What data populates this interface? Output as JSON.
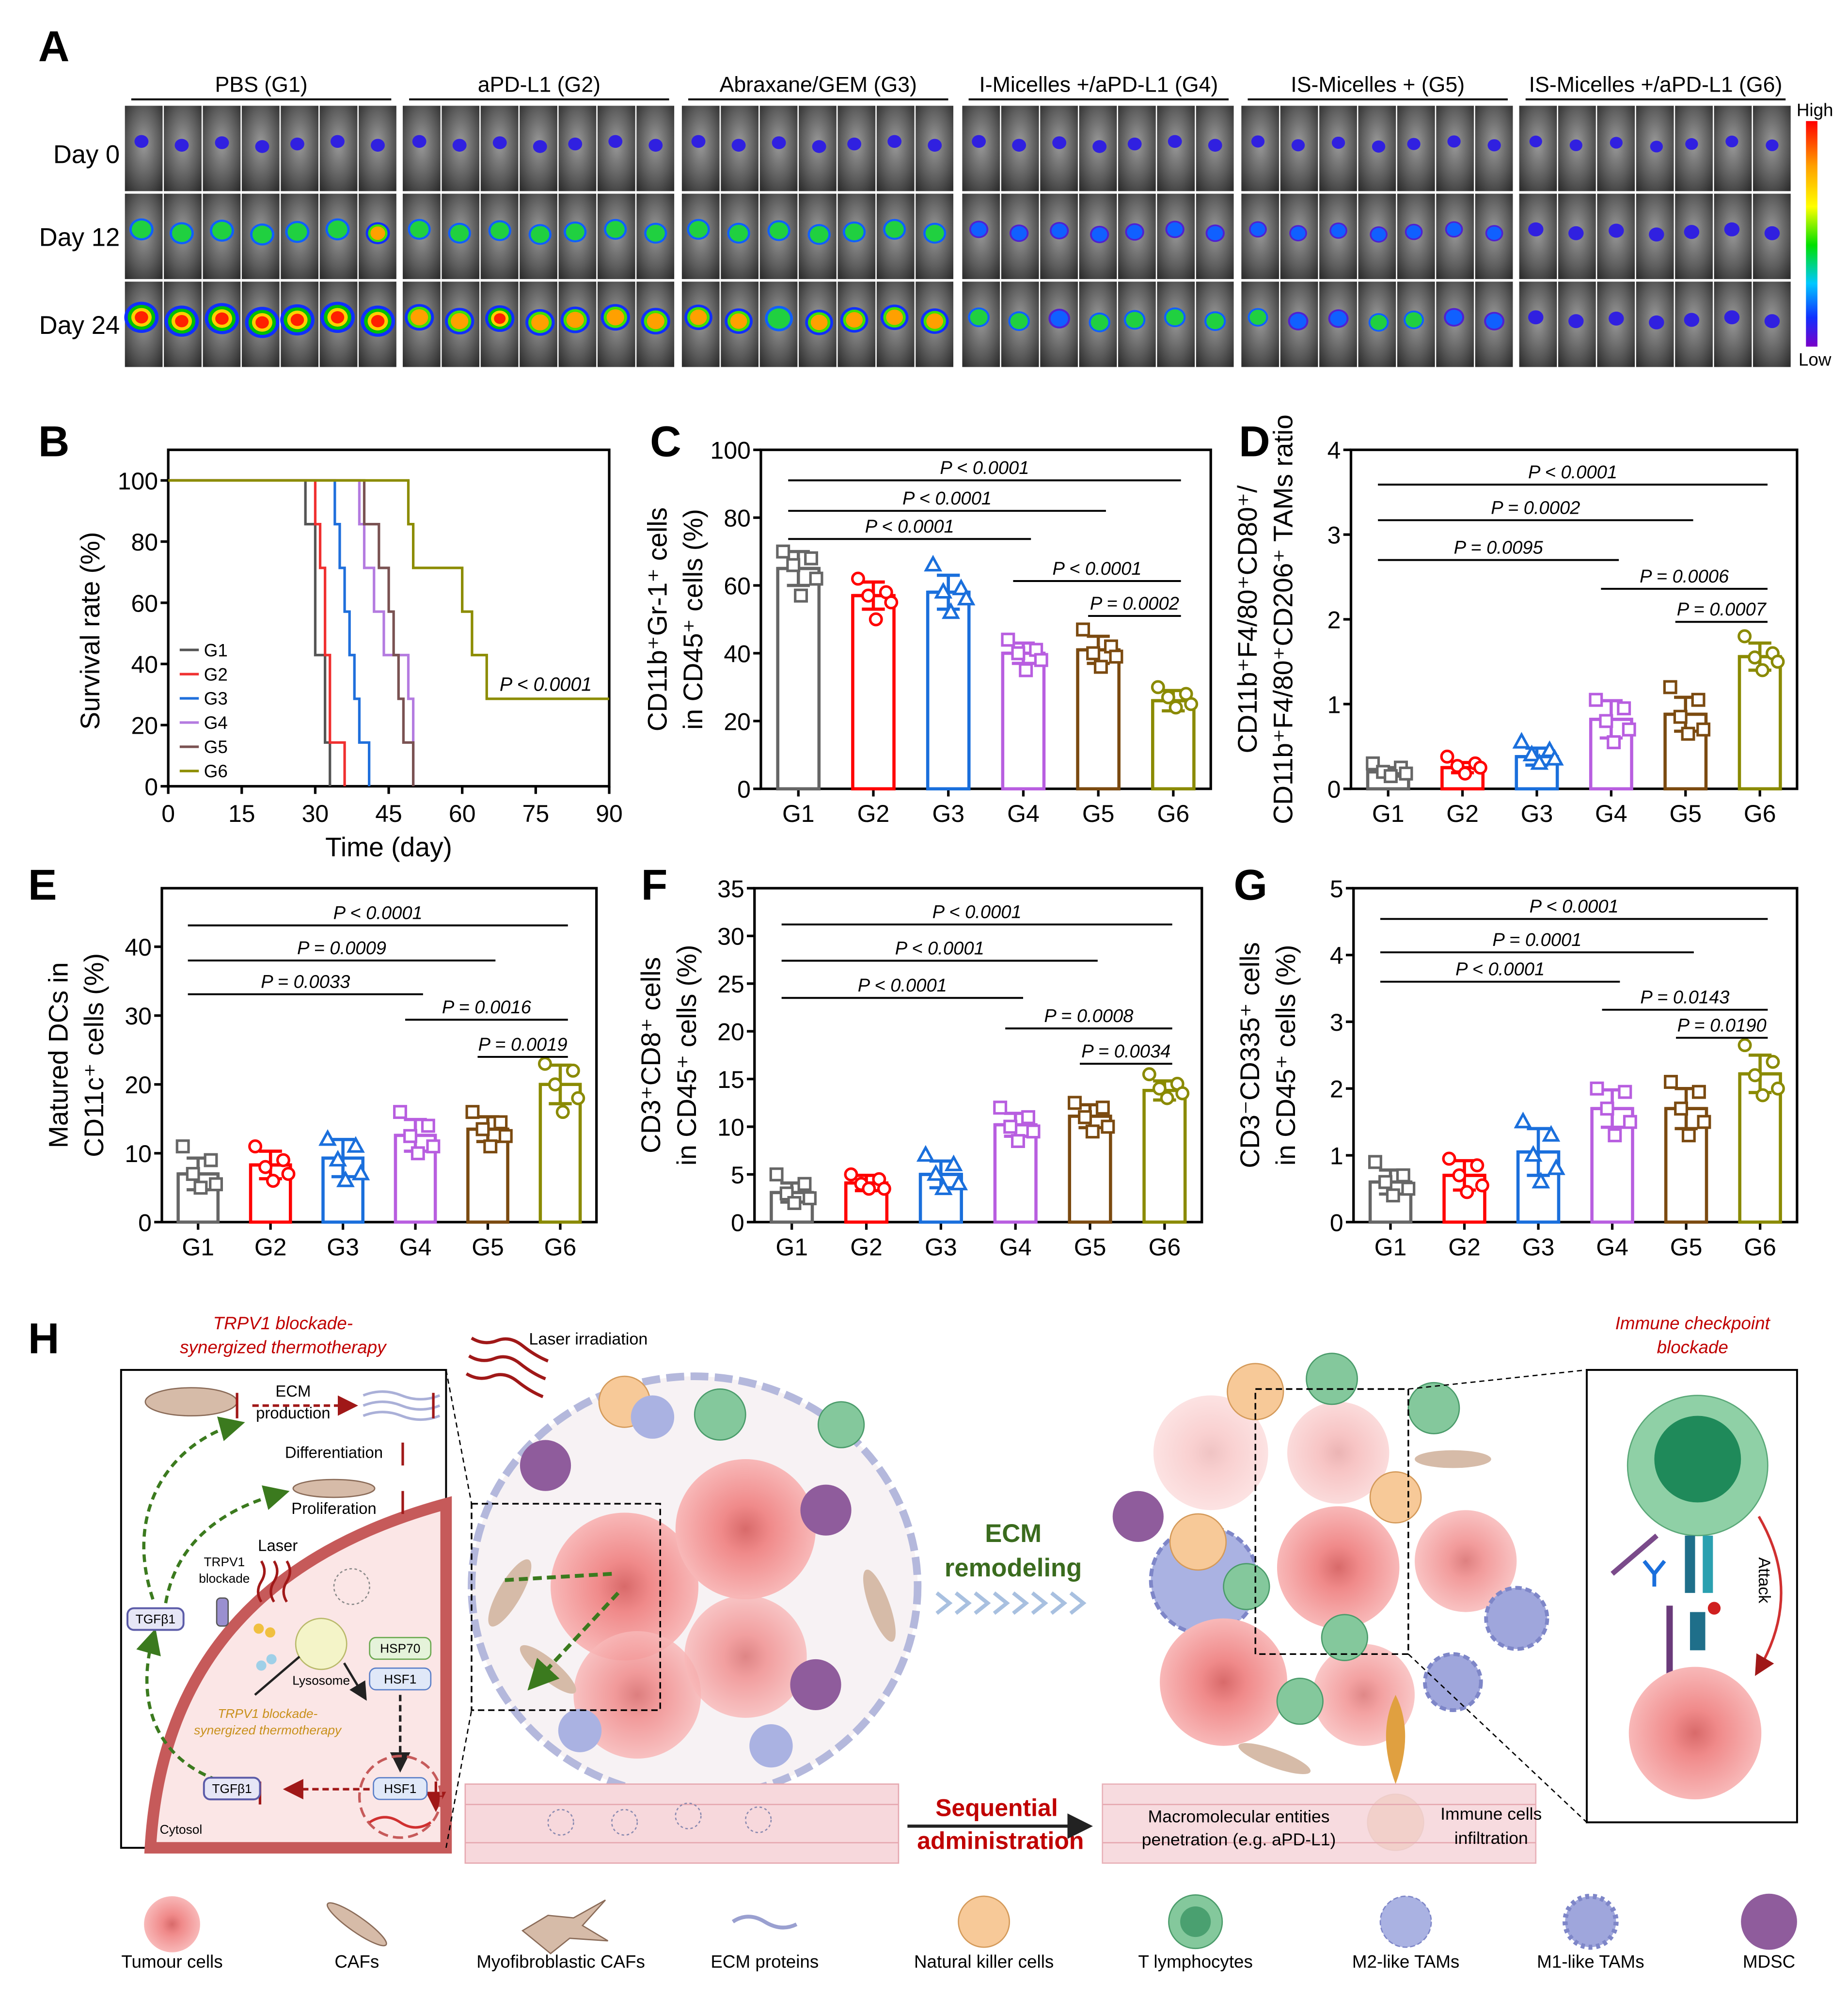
{
  "panel_letters": {
    "A": "A",
    "B": "B",
    "C": "C",
    "D": "D",
    "E": "E",
    "F": "F",
    "G": "G",
    "H": "H"
  },
  "panel_a": {
    "groups": [
      "PBS  (G1)",
      "aPD-L1 (G2)",
      "Abraxane/GEM  (G3)",
      "I-Micelles +/aPD-L1 (G4)",
      "IS-Micelles + (G5)",
      "IS-Micelles +/aPD-L1 (G6)"
    ],
    "days": [
      "Day 0",
      "Day 12",
      "Day 24"
    ],
    "colorbar": {
      "high": "High",
      "low": "Low"
    },
    "signal_intensity": [
      [
        0.15,
        0.55,
        0.95
      ],
      [
        0.15,
        0.5,
        0.75
      ],
      [
        0.15,
        0.5,
        0.7
      ],
      [
        0.15,
        0.35,
        0.45
      ],
      [
        0.12,
        0.3,
        0.4
      ],
      [
        0.1,
        0.2,
        0.2
      ]
    ]
  },
  "chart_data": [
    {
      "id": "B",
      "type": "line",
      "title": "",
      "xlabel": "Time (day)",
      "ylabel": "Survival rate (%)",
      "xlim": [
        0,
        90
      ],
      "ylim": [
        0,
        110
      ],
      "xticks": [
        0,
        15,
        30,
        45,
        60,
        75,
        90
      ],
      "yticks": [
        0,
        20,
        40,
        60,
        80,
        100
      ],
      "legend": "left",
      "annotation": "P < 0.0001",
      "series": [
        {
          "name": "G1",
          "color": "#555555",
          "steps": [
            [
              0,
              100
            ],
            [
              28,
              85.7
            ],
            [
              30,
              42.9
            ],
            [
              32,
              14.3
            ],
            [
              33,
              0
            ]
          ]
        },
        {
          "name": "G2",
          "color": "#f03030",
          "steps": [
            [
              0,
              100
            ],
            [
              30,
              85.7
            ],
            [
              31,
              71.4
            ],
            [
              32,
              42.9
            ],
            [
              33,
              14.3
            ],
            [
              36,
              0
            ]
          ]
        },
        {
          "name": "G3",
          "color": "#1f6fdc",
          "steps": [
            [
              0,
              100
            ],
            [
              34,
              85.7
            ],
            [
              35,
              71.4
            ],
            [
              36,
              57.1
            ],
            [
              37,
              42.9
            ],
            [
              38,
              28.6
            ],
            [
              39,
              14.3
            ],
            [
              41,
              0
            ]
          ]
        },
        {
          "name": "G4",
          "color": "#b47be0",
          "steps": [
            [
              0,
              100
            ],
            [
              39,
              85.7
            ],
            [
              40,
              71.4
            ],
            [
              42,
              57.1
            ],
            [
              44,
              42.9
            ],
            [
              49,
              28.6
            ],
            [
              50,
              0
            ]
          ]
        },
        {
          "name": "G5",
          "color": "#7a5252",
          "steps": [
            [
              0,
              100
            ],
            [
              40,
              85.7
            ],
            [
              43,
              71.4
            ],
            [
              45,
              57.1
            ],
            [
              46,
              42.9
            ],
            [
              47,
              28.6
            ],
            [
              48,
              14.3
            ],
            [
              50,
              0
            ]
          ]
        },
        {
          "name": "G6",
          "color": "#8c8c00",
          "steps": [
            [
              0,
              100
            ],
            [
              49,
              85.7
            ],
            [
              50,
              71.4
            ],
            [
              60,
              57.1
            ],
            [
              62,
              42.9
            ],
            [
              65,
              28.6
            ],
            [
              90,
              28.6
            ]
          ]
        }
      ]
    },
    {
      "id": "C",
      "type": "bar",
      "title": "",
      "ylabel": [
        "CD11b⁺Gr-1⁺ cells",
        "in CD45⁺ cells (%)"
      ],
      "categories": [
        "G1",
        "G2",
        "G3",
        "G4",
        "G5",
        "G6"
      ],
      "ylim": [
        0,
        100
      ],
      "yticks": [
        0,
        20,
        40,
        60,
        80,
        100
      ],
      "means": [
        65,
        57,
        58,
        40,
        41,
        26
      ],
      "sd": [
        5,
        4,
        5,
        3,
        4,
        3
      ],
      "points": [
        [
          70,
          68,
          66,
          62,
          57
        ],
        [
          62,
          58,
          57,
          55,
          50
        ],
        [
          66,
          59,
          58,
          56,
          52
        ],
        [
          44,
          41,
          40,
          38,
          35
        ],
        [
          47,
          42,
          40,
          39,
          36
        ],
        [
          30,
          28,
          27,
          25,
          24
        ]
      ],
      "significance": [
        {
          "from": 0,
          "to": 5,
          "y": 91,
          "label": "P < 0.0001"
        },
        {
          "from": 0,
          "to": 4,
          "y": 82,
          "label": "P < 0.0001"
        },
        {
          "from": 0,
          "to": 3,
          "y": 73.7,
          "label": "P < 0.0001"
        },
        {
          "from": 3,
          "to": 5,
          "y": 61.3,
          "label": "P < 0.0001"
        },
        {
          "from": 4,
          "to": 5,
          "y": 51,
          "label": "P = 0.0002"
        }
      ]
    },
    {
      "id": "D",
      "type": "bar",
      "title": "",
      "ylabel": [
        "CD11b⁺F4/80⁺CD80⁺/",
        "CD11b⁺F4/80⁺CD206⁺ TAMs ratio"
      ],
      "categories": [
        "G1",
        "G2",
        "G3",
        "G4",
        "G5",
        "G6"
      ],
      "ylim": [
        0,
        4
      ],
      "yticks": [
        0,
        1,
        2,
        3,
        4
      ],
      "means": [
        0.2,
        0.25,
        0.38,
        0.82,
        0.88,
        1.56
      ],
      "sd": [
        0.05,
        0.06,
        0.1,
        0.22,
        0.2,
        0.16
      ],
      "points": [
        [
          0.3,
          0.25,
          0.2,
          0.18,
          0.15
        ],
        [
          0.38,
          0.3,
          0.27,
          0.25,
          0.18
        ],
        [
          0.55,
          0.45,
          0.4,
          0.35,
          0.3
        ],
        [
          1.05,
          0.95,
          0.8,
          0.7,
          0.55
        ],
        [
          1.2,
          1.05,
          0.85,
          0.7,
          0.65
        ],
        [
          1.8,
          1.6,
          1.55,
          1.5,
          1.4
        ]
      ],
      "significance": [
        {
          "from": 0,
          "to": 5,
          "y": 3.59,
          "label": "P < 0.0001"
        },
        {
          "from": 0,
          "to": 4,
          "y": 3.17,
          "label": "P = 0.0002"
        },
        {
          "from": 0,
          "to": 3,
          "y": 2.7,
          "label": "P = 0.0095"
        },
        {
          "from": 3,
          "to": 5,
          "y": 2.36,
          "label": "P = 0.0006"
        },
        {
          "from": 4,
          "to": 5,
          "y": 1.97,
          "label": "P = 0.0007"
        }
      ]
    },
    {
      "id": "E",
      "type": "bar",
      "title": "",
      "ylabel": [
        "Matured DCs in",
        "CD11c⁺ cells (%)"
      ],
      "categories": [
        "G1",
        "G2",
        "G3",
        "G4",
        "G5",
        "G6"
      ],
      "ylim": [
        0,
        48.5
      ],
      "yticks": [
        0,
        10,
        20,
        30,
        40
      ],
      "means": [
        7,
        8.3,
        9.3,
        12.6,
        13.5,
        20
      ],
      "sd": [
        2.3,
        2,
        2.7,
        2.3,
        1.8,
        2.8
      ],
      "points": [
        [
          11,
          9,
          7,
          5.5,
          5
        ],
        [
          11,
          9,
          8,
          7,
          6
        ],
        [
          12,
          11,
          9,
          7,
          6
        ],
        [
          16,
          14,
          12.5,
          11,
          10
        ],
        [
          16,
          14.5,
          13.5,
          12.5,
          11
        ],
        [
          23,
          22,
          20,
          18,
          16
        ]
      ],
      "significance": [
        {
          "from": 0,
          "to": 5,
          "y": 43.1,
          "label": "P < 0.0001"
        },
        {
          "from": 0,
          "to": 4,
          "y": 38,
          "label": "P = 0.0009"
        },
        {
          "from": 0,
          "to": 3,
          "y": 33.1,
          "label": "P = 0.0033"
        },
        {
          "from": 3,
          "to": 5,
          "y": 29.4,
          "label": "P = 0.0016"
        },
        {
          "from": 4,
          "to": 5,
          "y": 24,
          "label": "P = 0.0019"
        }
      ]
    },
    {
      "id": "F",
      "type": "bar",
      "title": "",
      "ylabel": [
        "CD3⁺CD8⁺ cells",
        "in CD45⁺ cells (%)"
      ],
      "categories": [
        "G1",
        "G2",
        "G3",
        "G4",
        "G5",
        "G6"
      ],
      "ylim": [
        0,
        35
      ],
      "yticks": [
        0,
        5,
        10,
        15,
        20,
        25,
        30,
        35
      ],
      "means": [
        3.1,
        4.1,
        5,
        10.2,
        11.1,
        13.8
      ],
      "sd": [
        1,
        0.8,
        1.4,
        1.2,
        1.2,
        1
      ],
      "points": [
        [
          5,
          4,
          3,
          2.5,
          2
        ],
        [
          5,
          4.5,
          4,
          3.5,
          3.5
        ],
        [
          7,
          6,
          5,
          4,
          3.5
        ],
        [
          12,
          11,
          10,
          9.5,
          8.5
        ],
        [
          12.5,
          12,
          11,
          10,
          9.5
        ],
        [
          15.5,
          14.5,
          14,
          13.5,
          13
        ]
      ],
      "significance": [
        {
          "from": 0,
          "to": 5,
          "y": 31.2,
          "label": "P < 0.0001"
        },
        {
          "from": 0,
          "to": 4,
          "y": 27.4,
          "label": "P < 0.0001"
        },
        {
          "from": 0,
          "to": 3,
          "y": 23.5,
          "label": "P < 0.0001"
        },
        {
          "from": 3,
          "to": 5,
          "y": 20.3,
          "label": "P = 0.0008"
        },
        {
          "from": 4,
          "to": 5,
          "y": 16.6,
          "label": "P = 0.0034"
        }
      ]
    },
    {
      "id": "G",
      "type": "bar",
      "title": "",
      "ylabel": [
        "CD3⁻CD335⁺ cells",
        "in CD45⁺ cells (%)"
      ],
      "categories": [
        "G1",
        "G2",
        "G3",
        "G4",
        "G5",
        "G6"
      ],
      "ylim": [
        0,
        5
      ],
      "yticks": [
        0,
        1,
        2,
        3,
        4,
        5
      ],
      "means": [
        0.6,
        0.7,
        1.05,
        1.7,
        1.7,
        2.22
      ],
      "sd": [
        0.18,
        0.22,
        0.35,
        0.28,
        0.3,
        0.28
      ],
      "points": [
        [
          0.9,
          0.7,
          0.6,
          0.5,
          0.4
        ],
        [
          0.95,
          0.85,
          0.7,
          0.55,
          0.45
        ],
        [
          1.5,
          1.3,
          1.0,
          0.8,
          0.6
        ],
        [
          2.0,
          1.95,
          1.7,
          1.5,
          1.3
        ],
        [
          2.1,
          1.95,
          1.7,
          1.5,
          1.3
        ],
        [
          2.65,
          2.4,
          2.2,
          2.0,
          1.9
        ]
      ],
      "significance": [
        {
          "from": 0,
          "to": 5,
          "y": 4.54,
          "label": "P < 0.0001"
        },
        {
          "from": 0,
          "to": 4,
          "y": 4.04,
          "label": "P = 0.0001"
        },
        {
          "from": 0,
          "to": 3,
          "y": 3.6,
          "label": "P < 0.0001"
        },
        {
          "from": 3,
          "to": 5,
          "y": 3.18,
          "label": "P = 0.0143"
        },
        {
          "from": 4,
          "to": 5,
          "y": 2.76,
          "label": "P = 0.0190"
        }
      ]
    }
  ],
  "group_colors": [
    "#666666",
    "#ff0000",
    "#1a6fdc",
    "#b85ee0",
    "#7b4a10",
    "#8a8a00"
  ],
  "panel_h": {
    "left_title": [
      "TRPV1 blockade-",
      "synergized thermotherapy"
    ],
    "ecm_production": [
      "ECM",
      "production"
    ],
    "differentiation": "Differentiation",
    "proliferation": "Proliferation",
    "laser": "Laser",
    "trpv1_blockade": [
      "TRPV1",
      "blockade"
    ],
    "tgfb1": "TGFβ1",
    "hsp70": "HSP70",
    "hsf1": "HSF1",
    "lysosome": "Lysosome",
    "thermo_italic": [
      "TRPV1 blockade-",
      "synergized thermotherapy"
    ],
    "cytosol": "Cytosol",
    "laser_irradiation": "Laser irradiation",
    "ecm_remodeling": [
      "ECM",
      "remodeling"
    ],
    "sequential": [
      "Sequential",
      "administration"
    ],
    "macromolecular": [
      "Macromolecular entities",
      "penetration (e.g. aPD-L1)"
    ],
    "immune_infiltration": [
      "Immune cells",
      "infiltration"
    ],
    "right_title": [
      "Immune checkpoint",
      "blockade"
    ],
    "attack": "Attack",
    "legend": [
      "Tumour cells",
      "CAFs",
      "Myofibroblastic CAFs",
      "ECM proteins",
      "Natural killer cells",
      "T lymphocytes",
      "M2-like TAMs",
      "M1-like TAMs",
      "MDSC"
    ],
    "colors": {
      "red_text": "#c00000",
      "green_text": "#3a6b1e",
      "tumour": "#f08a8a",
      "caf": "#d6bba8",
      "nk": "#f7c998",
      "t_cell": "#84c89c",
      "m2": "#aab2e2",
      "m1": "#9fa6dc",
      "mdsc": "#8f5c9c"
    }
  }
}
